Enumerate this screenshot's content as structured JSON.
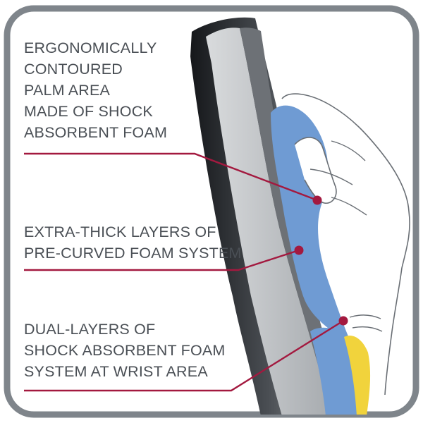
{
  "callouts": [
    {
      "id": "palm",
      "lines": [
        "ERGONOMICALLY",
        "CONTOURED",
        "PALM AREA",
        "MADE OF SHOCK",
        "ABSORBENT FOAM"
      ]
    },
    {
      "id": "layers",
      "lines": [
        "EXTRA-THICK LAYERS OF",
        "PRE-CURVED FOAM SYSTEM"
      ]
    },
    {
      "id": "wrist",
      "lines": [
        "DUAL-LAYERS OF",
        "SHOCK ABSORBENT FOAM",
        "SYSTEM AT WRIST AREA"
      ]
    }
  ],
  "colors": {
    "frame": "#7f858b",
    "text": "#4a4f55",
    "leader": "#a3193f",
    "foam_blue": "#6f9bd3",
    "foam_yellow": "#f1d33c",
    "shell_dark": "#1f2226",
    "shell_grey": "#b8bbbe",
    "hand_outline": "#6a6f75"
  }
}
